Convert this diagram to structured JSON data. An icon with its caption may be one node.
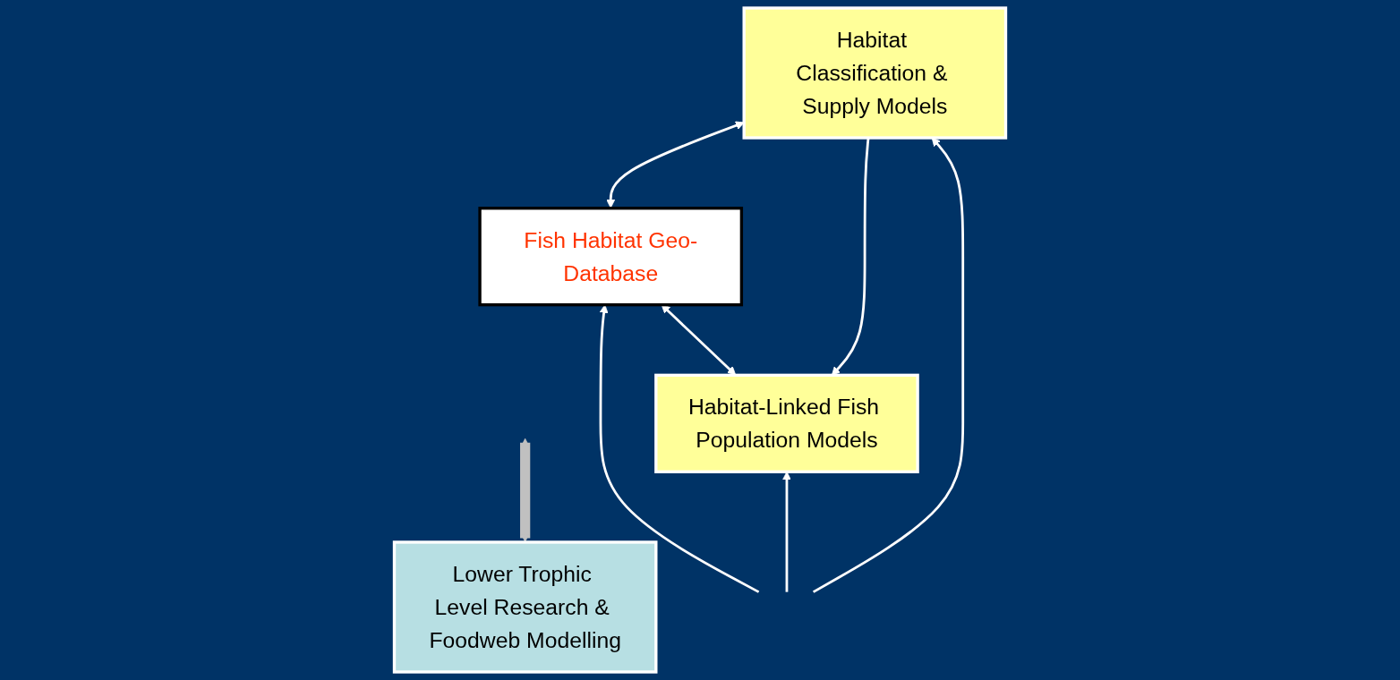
{
  "diagram": {
    "nodes": [
      {
        "text": [
          "Lower Trophic Level Research & Foodweb Modelling"
        ]
      },
      {
        "text": [
          "Habitat-Linked Fish Population Models"
        ]
      },
      {
        "text": [
          "Fish Habitat Geo-Database"
        ]
      },
      {
        "text": [
          "Habitat Classification & Supply Models"
        ]
      }
    ],
    "edges": [
      {
        "from": 1,
        "to": 2,
        "arrow": "both"
      },
      {
        "from": 2,
        "to": 3,
        "arrow": "both"
      },
      {
        "from": 3,
        "to": 1,
        "arrow": "to"
      },
      {
        "from": null,
        "to": 2,
        "arrow": "to"
      },
      {
        "from": null,
        "to": 1,
        "arrow": "to"
      },
      {
        "from": null,
        "to": 3,
        "arrow": "to"
      },
      {
        "from": 0,
        "to": null,
        "arrow": "both",
        "style": "thick",
        "color": "#c0c0c0"
      }
    ]
  }
}
